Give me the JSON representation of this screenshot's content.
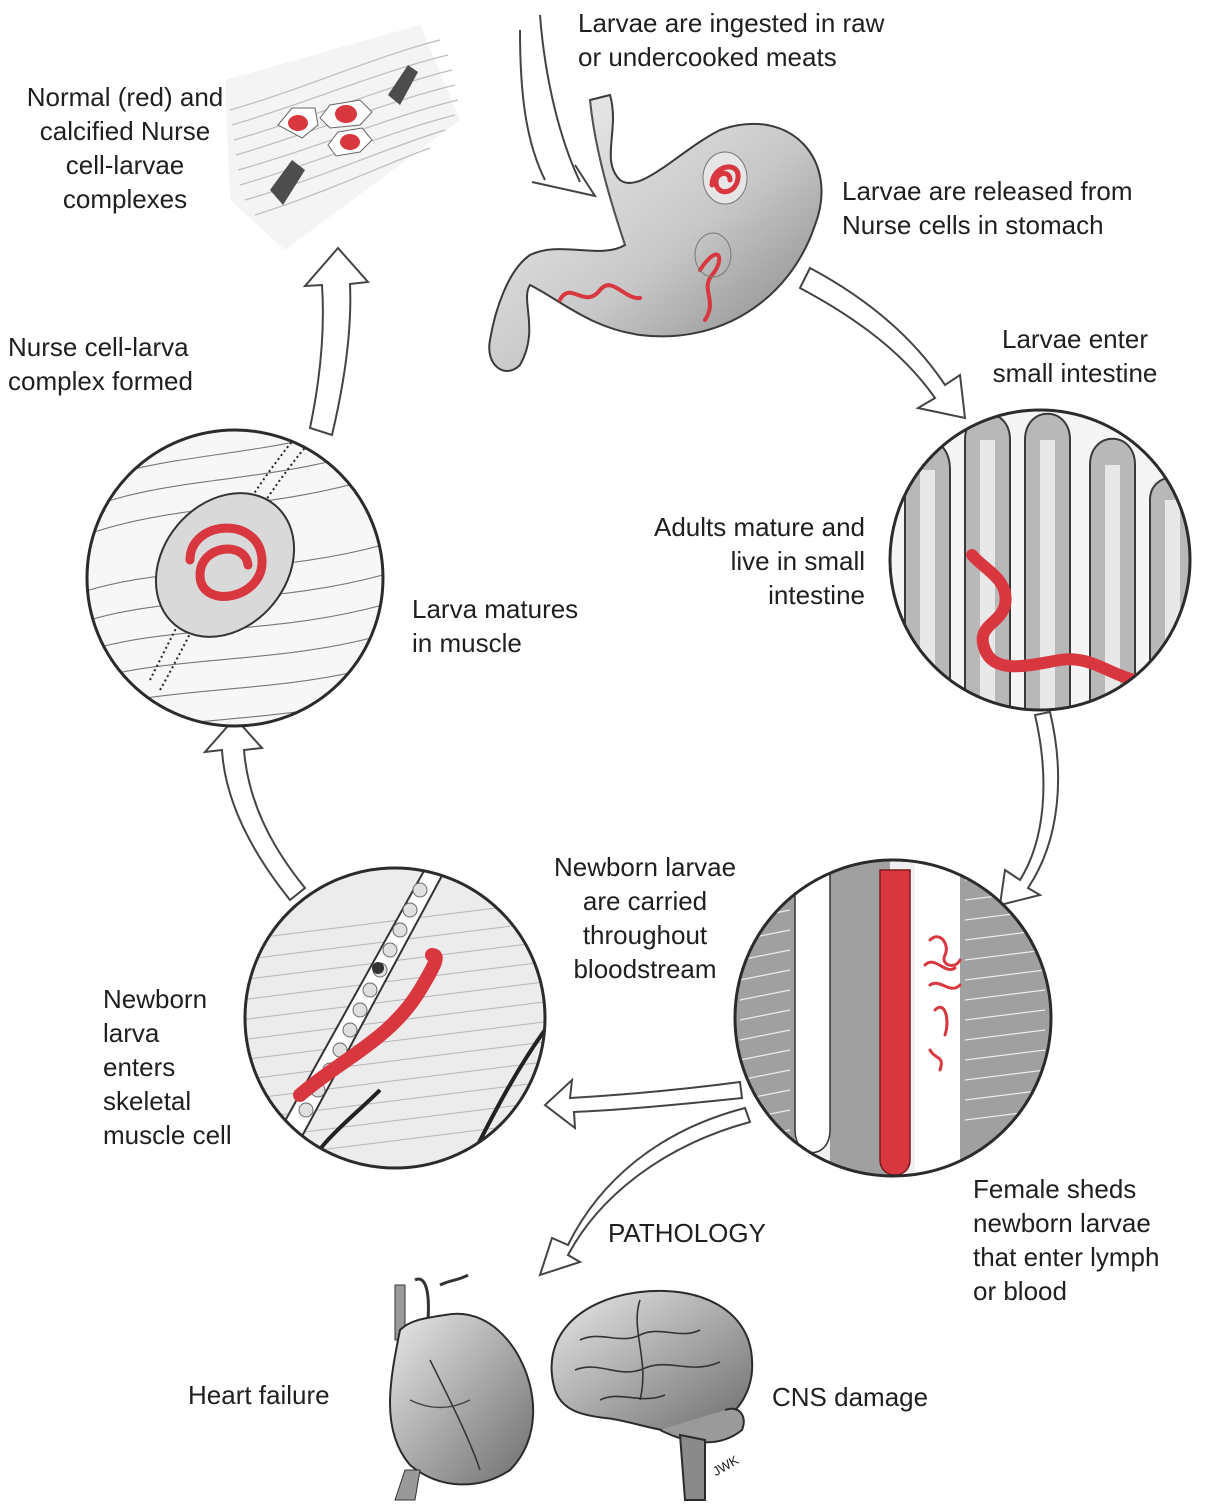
{
  "labels": {
    "ingested": "Larvae are ingested in raw\nor undercooked meats",
    "released": "Larvae are released from\nNurse cells in stomach",
    "enter_intestine": "Larvae enter\nsmall intestine",
    "adults": "Adults mature and\nlive in small\nintestine",
    "female_sheds": "Female sheds\nnewborn larvae\nthat enter lymph\nor blood",
    "carried": "Newborn larvae\nare carried\nthroughout\nbloodstream",
    "enters_muscle": "Newborn\nlarva\nenters\nskeletal\nmuscle cell",
    "matures": "Larva matures\nin muscle",
    "complex_formed": "Nurse cell-larva\ncomplex formed",
    "calcified": "Normal (red) and\ncalcified Nurse\ncell-larvae\ncomplexes",
    "pathology": "PATHOLOGY",
    "heart_failure": "Heart failure",
    "cns_damage": "CNS damage",
    "signature": "JWK"
  },
  "colors": {
    "larva_red": "#d9373f",
    "tissue_gray": "#9a9a9a",
    "outline": "#2b2b2b",
    "arrow_fill": "#ffffff"
  }
}
